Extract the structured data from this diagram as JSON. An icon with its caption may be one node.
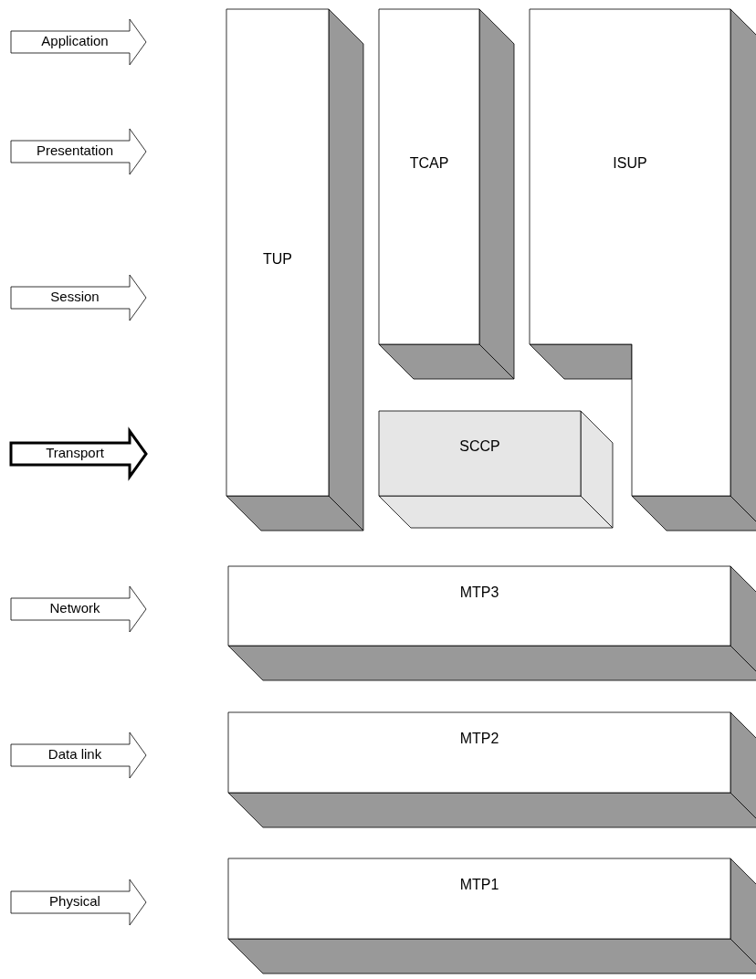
{
  "diagram": {
    "nodes": [
      {
        "text": [
          "Application"
        ]
      },
      {
        "text": [
          "Presentation"
        ]
      },
      {
        "text": [
          "Session"
        ]
      },
      {
        "text": [
          "Transport"
        ]
      },
      {
        "text": [
          "Network"
        ]
      },
      {
        "text": [
          "Data link"
        ]
      },
      {
        "text": [
          "Physical"
        ]
      },
      {
        "text": [
          "TUP"
        ]
      },
      {
        "text": [
          "TCAP"
        ]
      },
      {
        "text": [
          "ISUP"
        ]
      },
      {
        "text": [
          "SCCP"
        ]
      },
      {
        "text": [
          "MTP3"
        ]
      },
      {
        "text": [
          "MTP2"
        ]
      },
      {
        "text": [
          "MTP1"
        ]
      }
    ]
  }
}
